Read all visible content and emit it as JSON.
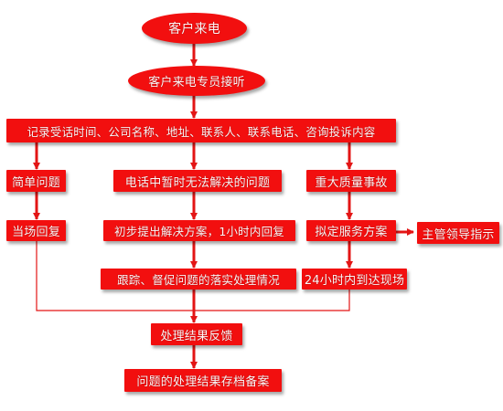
{
  "colors": {
    "node_fill": "#f20f0f",
    "connector": "#e31515",
    "text": "#ffffff"
  },
  "nodes": {
    "start": "客户来电",
    "receive": "客户来电专员接听",
    "record": "记录受话时间、公司名称、地址、联系人、联系电话、咨询投诉内容",
    "simple": "简单问题",
    "phone_unsolved": "电话中暂时无法解决的问题",
    "major_quality": "重大质量事故",
    "reply_on_spot": "当场回复",
    "initial_solution": "初步提出解决方案，1小时内回复",
    "draft_plan": "拟定服务方案",
    "supervisor": "主管领导指示",
    "track": "跟踪、督促问题的落实处理情况",
    "arrive_24h": "24小时内到达现场",
    "feedback": "处理结果反馈",
    "archive": "问题的处理结果存档备案"
  }
}
